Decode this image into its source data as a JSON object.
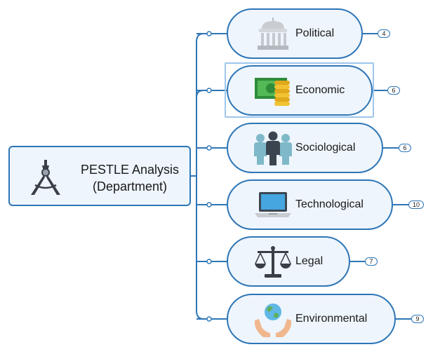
{
  "central": {
    "line1": "PESTLE  Analysis",
    "line2": "(Department)",
    "icon": "drafting-compass-icon"
  },
  "topics": [
    {
      "label": "Political",
      "icon": "government-building-icon",
      "count": "4"
    },
    {
      "label": "Economic",
      "icon": "money-coins-icon",
      "count": "6"
    },
    {
      "label": "Sociological",
      "icon": "people-group-icon",
      "count": "6"
    },
    {
      "label": "Technological",
      "icon": "laptop-icon",
      "count": "10"
    },
    {
      "label": "Legal",
      "icon": "scales-icon",
      "count": "7"
    },
    {
      "label": "Environmental",
      "icon": "globe-hands-icon",
      "count": "9"
    }
  ],
  "colors": {
    "border": "#2e76b6",
    "fill": "#eef5fd",
    "selection": "#9fc5ec"
  }
}
